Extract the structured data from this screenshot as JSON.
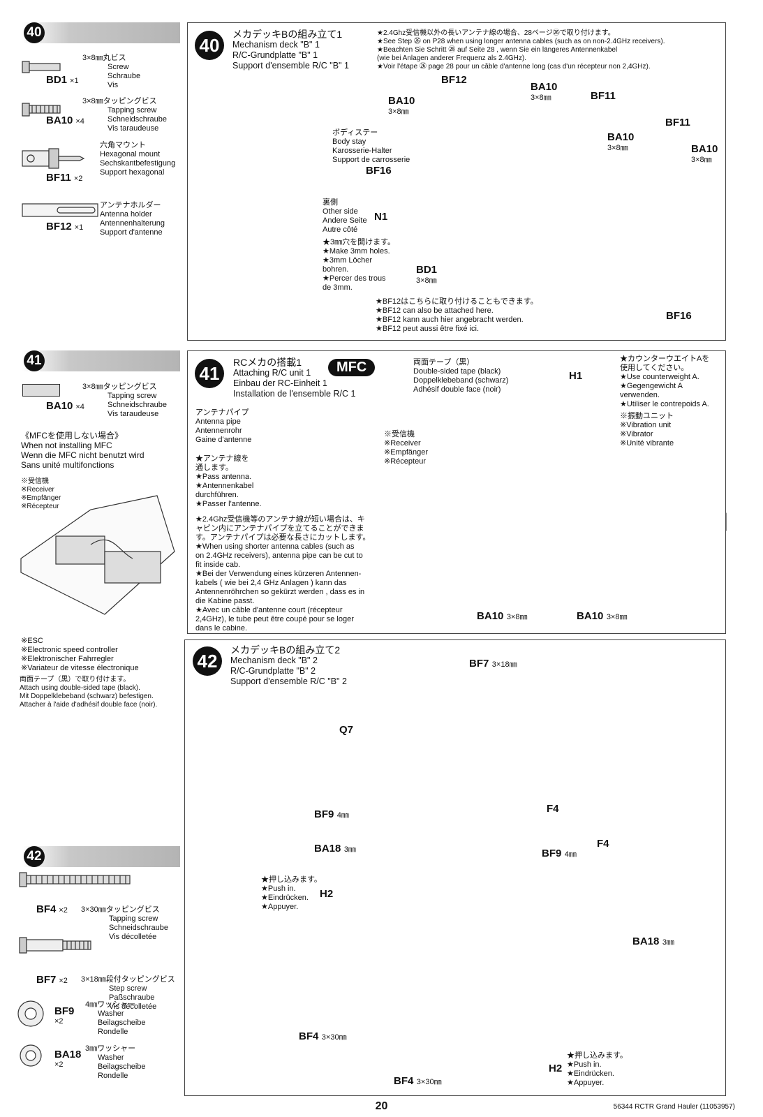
{
  "sidebar40": {
    "step": "40",
    "parts": [
      {
        "jp": "3×8㎜丸ビス",
        "en": "Screw",
        "de": "Schraube",
        "fr": "Vis",
        "code": "BD1",
        "qty": "×1"
      },
      {
        "jp": "3×8㎜タッピングビス",
        "en": "Tapping screw",
        "de": "Schneidschraube",
        "fr": "Vis taraudeuse",
        "code": "BA10",
        "qty": "×4"
      },
      {
        "jp": "六角マウント",
        "en": "Hexagonal mount",
        "de": "Sechskantbefestigung",
        "fr": "Support hexagonal",
        "code": "BF11",
        "qty": "×2"
      },
      {
        "jp": "アンテナホルダー",
        "en": "Antenna holder",
        "de": "Antennenhalterung",
        "fr": "Support d'antenne",
        "code": "BF12",
        "qty": "×1"
      }
    ]
  },
  "step40": {
    "num": "40",
    "title": [
      "メカデッキBの組み立て1",
      "Mechanism deck \"B\" 1",
      "R/C-Grundplatte \"B\" 1",
      "Support d'ensemble R/C \"B\" 1"
    ],
    "note": [
      "★2.4Ghz受信機以外の長いアンテナ線の場合、28ページ㉖で取り付けます。",
      "★See Step ㉖ on P28 when using longer antenna cables (such as on non-2.4GHz receivers).",
      "★Beachten Sie Schritt ㉖ auf Seite 28 , wenn Sie ein längeres Antennenkabel",
      "(wie bei Anlagen anderer Frequenz als 2.4GHz).",
      "★Voir l'étape ㉖ page 28 pour un câble d'antenne long (cas d'un récepteur non 2,4GHz)."
    ],
    "labels": {
      "BF12": "BF12",
      "BA10": "BA10",
      "BF11": "BF11",
      "BF16": "BF16",
      "N1": "N1",
      "BD1": "BD1",
      "size38": "3×8㎜"
    },
    "bodystay": [
      "ボディステー",
      "Body stay",
      "Karosserie-Halter",
      "Support de carrosserie"
    ],
    "otherside": [
      "裏側",
      "Other side",
      "Andere Seite",
      "Autre côté"
    ],
    "holes": [
      "★3㎜穴を開けます。",
      "★Make 3mm holes.",
      "★3mm Löcher",
      "bohren.",
      "★Percer des trous",
      "de 3mm."
    ],
    "bf12note": [
      "★BF12はこちらに取り付けることもできます。",
      "★BF12 can also be attached here.",
      "★BF12 kann auch hier angebracht werden.",
      "★BF12 peut aussi être fixé ici."
    ]
  },
  "sidebar41": {
    "step": "41",
    "part": {
      "jp": "3×8㎜タッピングビス",
      "en": "Tapping screw",
      "de": "Schneidschraube",
      "fr": "Vis taraudeuse",
      "code": "BA10",
      "qty": "×4"
    },
    "nomfc": [
      "《MFCを使用しない場合》",
      "When not installing MFC",
      "Wenn die MFC nicht benutzt wird",
      "Sans unité multifonctions"
    ],
    "receiver": [
      "※受信機",
      "※Receiver",
      "※Empfänger",
      "※Récepteur"
    ],
    "esc": [
      "※ESC",
      "※Electronic speed controller",
      "※Elektronischer Fahrregler",
      "※Variateur de vitesse électronique"
    ],
    "tape": [
      "両面テープ（黒）で取り付けます。",
      "Attach using double-sided tape (black).",
      "Mit Doppelklebeband (schwarz) befestigen.",
      "Attacher à l'aide d'adhésif double face (noir)."
    ]
  },
  "step41": {
    "num": "41",
    "title": [
      "RCメカの搭載1",
      "Attaching R/C unit 1",
      "Einbau der RC-Einheit 1",
      "Installation de l'ensemble R/C 1"
    ],
    "badge": "MFC",
    "pipe": [
      "アンテナパイプ",
      "Antenna pipe",
      "Antennenrohr",
      "Gaine d'antenne"
    ],
    "pass": [
      "★アンテナ線を",
      "通します。",
      "★Pass antenna.",
      "★Antennenkabel",
      "durchführen.",
      "★Passer l'antenne."
    ],
    "shortnote": [
      "★2.4Ghz受信機等のアンテナ線が短い場合は、キ",
      "ャビン内にアンテナパイプを立てることができま",
      "す。アンテナパイプは必要な長さにカットします。",
      "★When using shorter antenna cables (such as",
      "on 2.4GHz receivers), antenna pipe can be cut to",
      "fit inside cab.",
      "★Bei der Verwendung eines kürzeren Antennen-",
      "kabels ( wie bei 2,4 GHz Anlagen ) kann das",
      "Antennenröhrchen so gekürzt werden , dass es in",
      "die Kabine passt.",
      "★Avec un câble d'antenne court (récepteur",
      "2,4GHz), le tube peut être coupé pour se loger",
      "dans le cabine."
    ],
    "tape": [
      "両面テープ（黒）",
      "Double-sided tape (black)",
      "Doppelklebeband (schwarz)",
      "Adhésif double face (noir)"
    ],
    "receiver": [
      "※受信機",
      "※Receiver",
      "※Empfänger",
      "※Récepteur"
    ],
    "counter": [
      "★カウンターウエイトAを",
      "使用してください。",
      "★Use counterweight A.",
      "★Gegengewicht A",
      "verwenden.",
      "★Utiliser le contrepoids A."
    ],
    "vib": [
      "※振動ユニット",
      "※Vibration unit",
      "※Vibrator",
      "※Unité vibrante"
    ],
    "labels": {
      "H1": "H1",
      "BA10": "BA10",
      "size38": "3×8㎜"
    }
  },
  "sidebar42": {
    "step": "42",
    "parts": [
      {
        "code": "BF4",
        "qty": "×2",
        "jp": "3×30㎜タッピングビス",
        "en": "Tapping screw",
        "de": "Schneidschraube",
        "fr": "Vis décolletée"
      },
      {
        "code": "BF7",
        "qty": "×2",
        "jp": "3×18㎜段付タッピングビス",
        "en": "Step screw",
        "de": "Paßschraube",
        "fr": "Vis décolletée"
      },
      {
        "code": "BF9",
        "qty": "×2",
        "jp": "4㎜ワッシャー",
        "en": "Washer",
        "de": "Beilagscheibe",
        "fr": "Rondelle"
      },
      {
        "code": "BA18",
        "qty": "×2",
        "jp": "3㎜ワッシャー",
        "en": "Washer",
        "de": "Beilagscheibe",
        "fr": "Rondelle"
      }
    ]
  },
  "step42": {
    "num": "42",
    "title": [
      "メカデッキBの組み立て2",
      "Mechanism deck \"B\" 2",
      "R/C-Grundplatte \"B\" 2",
      "Support d'ensemble R/C \"B\" 2"
    ],
    "push": [
      "★押し込みます。",
      "★Push in.",
      "★Eindrücken.",
      "★Appuyer."
    ],
    "labels": {
      "BF7": "BF7",
      "BF7size": "3×18㎜",
      "Q7": "Q7",
      "BF9": "BF9",
      "BF9size": "4㎜",
      "BA18": "BA18",
      "BA18size": "3㎜",
      "F4": "F4",
      "H2": "H2",
      "BF4": "BF4",
      "BF4size": "3×30㎜"
    }
  },
  "footer": {
    "page": "20",
    "code": "56344 RCTR Grand Hauler (11053957)"
  }
}
